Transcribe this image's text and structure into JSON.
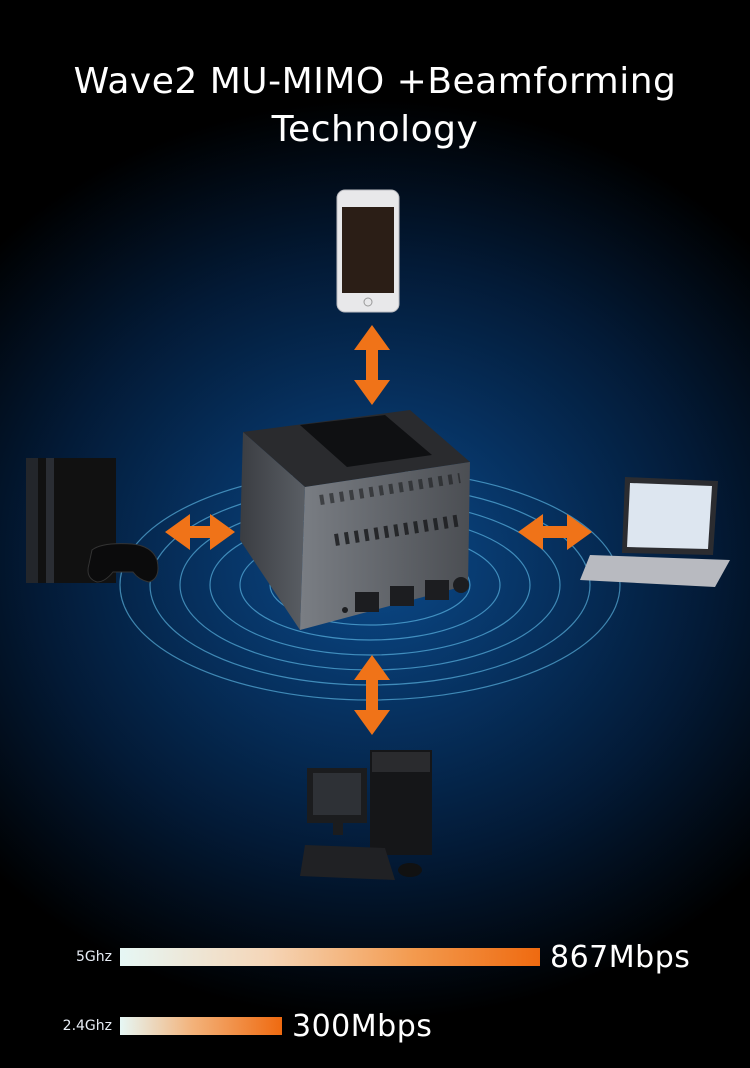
{
  "title": {
    "line1": "Wave2 MU-MIMO +Beamforming",
    "line2": "Technology"
  },
  "colors": {
    "arrow": "#f07318",
    "background": "#031a36",
    "ring": "#6fd3ff"
  },
  "devices": [
    {
      "name": "smartphone",
      "icon": "phone-icon"
    },
    {
      "name": "game-console",
      "icon": "console-icon"
    },
    {
      "name": "laptop",
      "icon": "laptop-icon"
    },
    {
      "name": "desktop-computer",
      "icon": "desktop-icon"
    }
  ],
  "router": {
    "ports": [
      "RESET",
      "WAN",
      "LAN",
      "LAN",
      "DC"
    ]
  },
  "bands": [
    {
      "label": "5Ghz",
      "speed": "867Mbps",
      "value_mbps": 867
    },
    {
      "label": "2.4Ghz",
      "speed": "300Mbps",
      "value_mbps": 300
    }
  ]
}
